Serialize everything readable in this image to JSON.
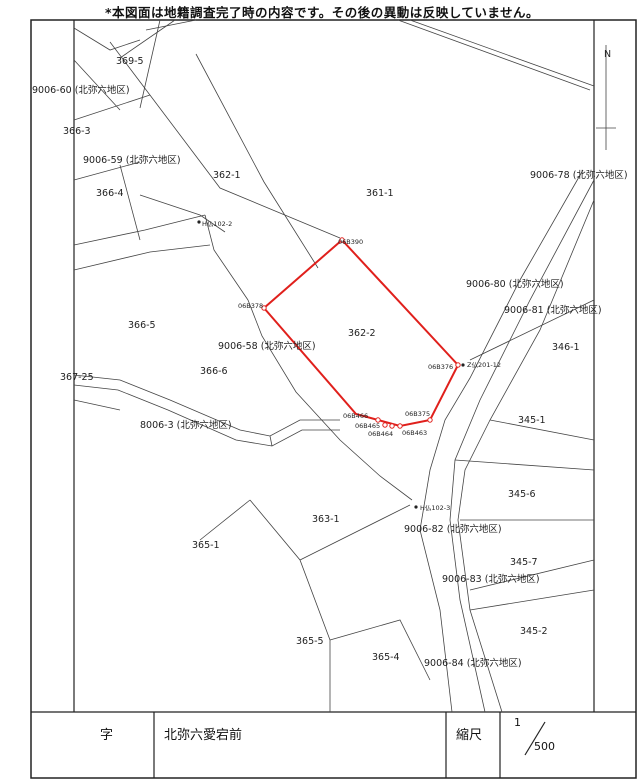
{
  "notice": "*本図面は地籍調査完了時の内容です。その後の異動は反映していません。",
  "north_label": "N",
  "parcel_labels": [
    "369-5",
    "9006-60 (北弥六地区)",
    "366-3",
    "9006-59 (北弥六地区)",
    "362-1",
    "366-4",
    "361-1",
    "9006-78 (北弥六地区)",
    "9006-80 (北弥六地区)",
    "9006-81 (北弥六地区)",
    "366-5",
    "362-2",
    "9006-58 (北弥六地区)",
    "346-1",
    "366-6",
    "367-25",
    "8006-3 (北弥六地区)",
    "345-1",
    "345-6",
    "363-1",
    "9006-82 (北弥六地区)",
    "365-1",
    "345-7",
    "9006-83 (北弥六地区)",
    "345-2",
    "365-5",
    "365-4",
    "9006-84 (北弥六地区)"
  ],
  "point_labels": [
    "06B390",
    "06B378",
    "06B376",
    "Z仏201-12",
    "06B375",
    "06B466",
    "06B465",
    "06B464",
    "06B463",
    "H仏102-2",
    "H仏102-3"
  ],
  "title_block": {
    "aza_label": "字",
    "aza_value": "北弥六愛宕前",
    "scale_label": "縮尺",
    "scale_numerator": "1",
    "scale_denominator": "500"
  },
  "colors": {
    "highlight": "#e0201c",
    "line": "#444444",
    "frame": "#222222"
  }
}
